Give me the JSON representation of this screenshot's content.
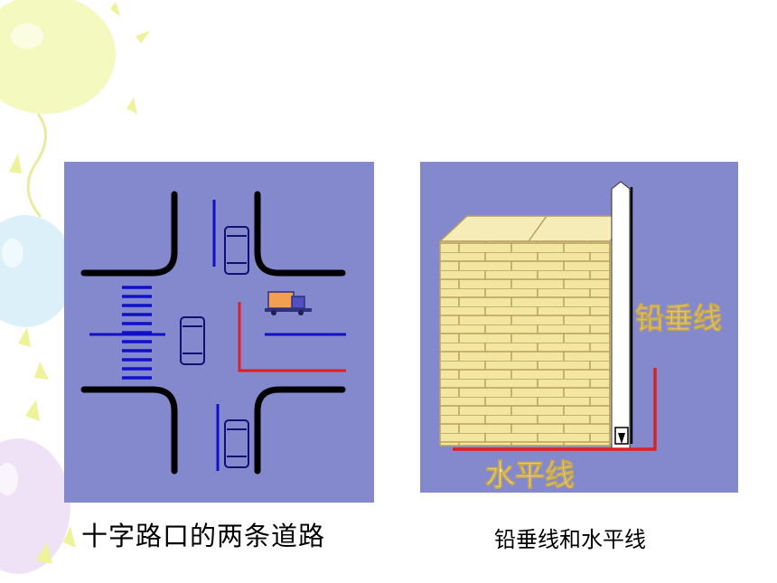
{
  "captions": {
    "crossroad": "十字路口的两条道路",
    "wall": "铅垂线和水平线"
  },
  "wall_labels": {
    "vertical": "铅垂线",
    "horizontal": "水平线"
  },
  "colors": {
    "panel_background": "#8488cc",
    "road": "#000000",
    "lane_line": "#1010c8",
    "marker_line": "#e02020",
    "brick": "#f2e6a0",
    "label_text": "#f4e6a8"
  }
}
